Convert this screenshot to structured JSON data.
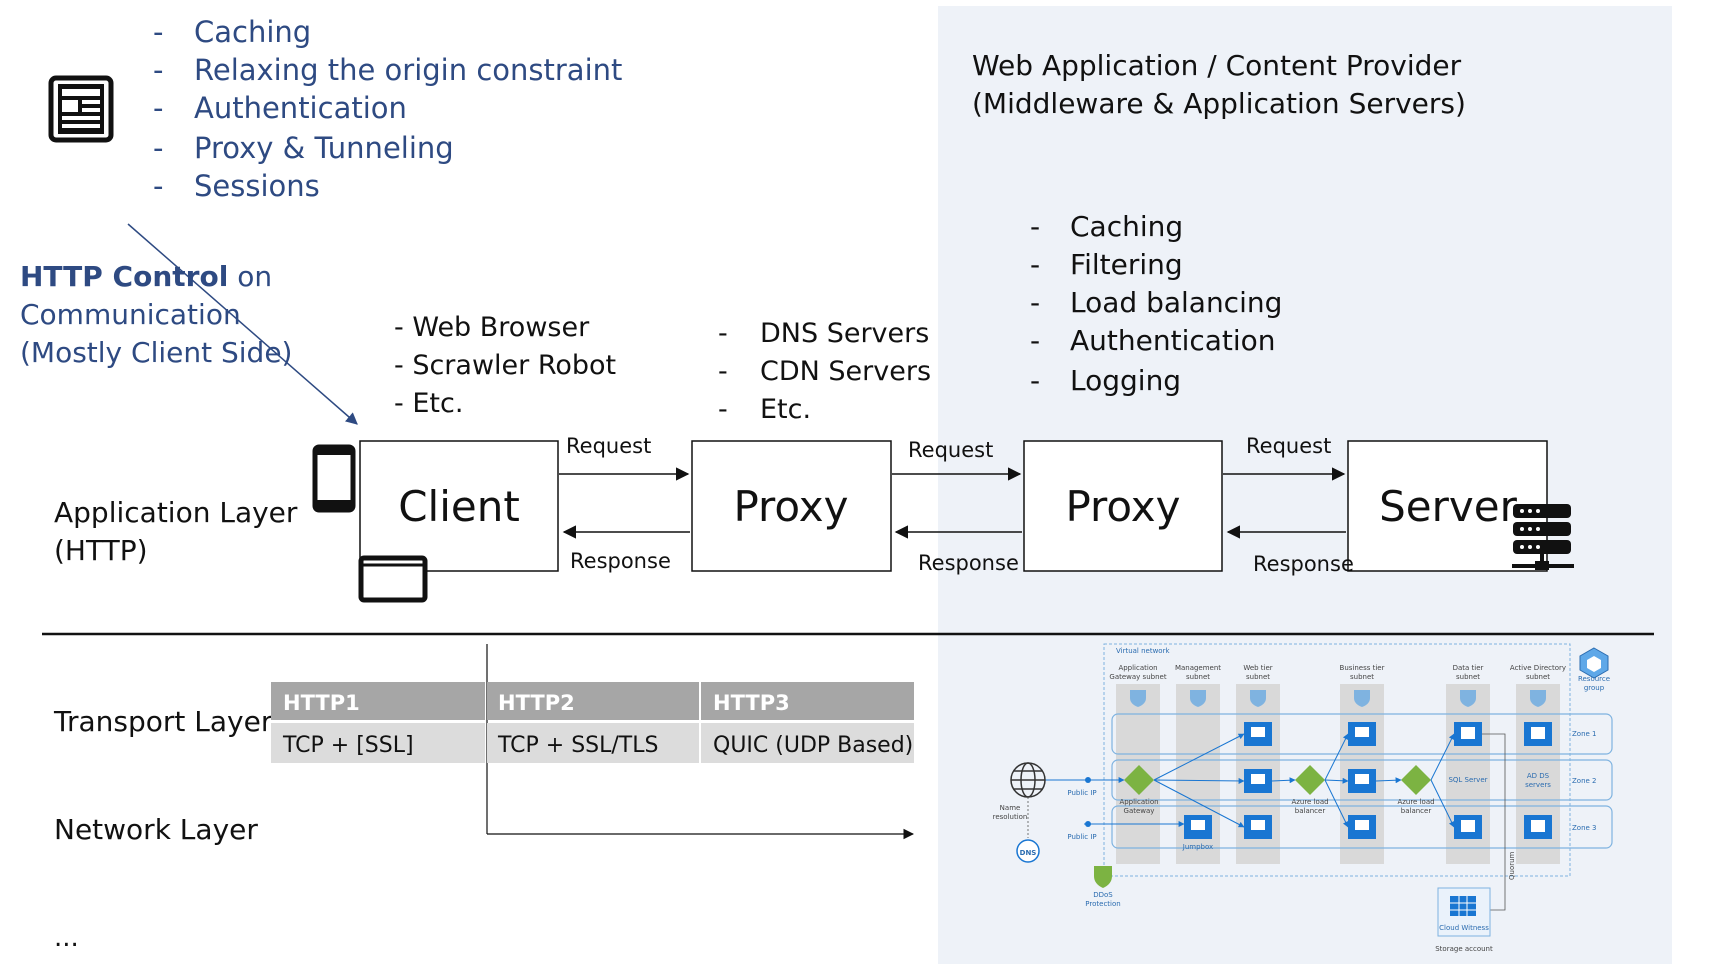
{
  "left_top": {
    "features": [
      "Caching",
      "Relaxing the origin constraint",
      "Authentication",
      "Proxy & Tunneling",
      "Sessions"
    ],
    "http_control": {
      "bold": "HTTP Control",
      "rest": " on",
      "line2": "Communication",
      "line3": "(Mostly Client Side)"
    }
  },
  "provider": {
    "line1": "Web Application / Content Provider",
    "line2": "(Middleware & Application Servers)",
    "features": [
      "Caching",
      "Filtering",
      "Load balancing",
      "Authentication",
      "Logging"
    ]
  },
  "client_examples": [
    "- Web Browser",
    "- Scrawler Robot",
    "- Etc."
  ],
  "proxy_examples": [
    "DNS  Servers",
    "CDN Servers",
    "Etc."
  ],
  "layers": {
    "application": [
      "Application Layer",
      "(HTTP)"
    ],
    "transport": "Transport Layer",
    "network": "Network Layer",
    "more": "..."
  },
  "nodes": [
    "Client",
    "Proxy",
    "Proxy",
    "Server"
  ],
  "arrows": {
    "request": "Request",
    "response": "Response"
  },
  "transport_table": {
    "headers": [
      "HTTP1",
      "HTTP2",
      "HTTP3"
    ],
    "cells": [
      "TCP + [SSL]",
      "TCP + SSL/TLS",
      "QUIC (UDP Based)"
    ]
  },
  "azure": {
    "vnet": "Virtual network",
    "resource_group": [
      "Resource",
      "group"
    ],
    "subnets": [
      [
        "Application",
        "Gateway subnet"
      ],
      [
        "Management",
        "subnet"
      ],
      [
        "Web tier",
        "subnet"
      ],
      [
        "Business tier",
        "subnet"
      ],
      [
        "Data tier",
        "subnet"
      ],
      [
        "Active Directory",
        "subnet"
      ]
    ],
    "zones": [
      "Zone 1",
      "Zone 2",
      "Zone 3"
    ],
    "public_ip": "Public IP",
    "name_resolution": [
      "Name",
      "resolution"
    ],
    "dns": "DNS",
    "ddos": [
      "DDoS",
      "Protection"
    ],
    "app_gateway": [
      "Application",
      "Gateway"
    ],
    "lb": [
      "Azure load",
      "balancer"
    ],
    "jumpbox": "Jumpbox",
    "sql": "SQL Server",
    "adds": [
      "AD DS",
      "servers"
    ],
    "quorum": "Quorum",
    "cloud_witness": "Cloud Witness",
    "storage": "Storage account"
  },
  "colors": {
    "heading_blue": "#2E4A82",
    "panel_bg": "#EEF2F8",
    "table_header": "#A6A6A6",
    "table_cell": "#DCDCDC",
    "azure_blue": "#1976D2"
  }
}
